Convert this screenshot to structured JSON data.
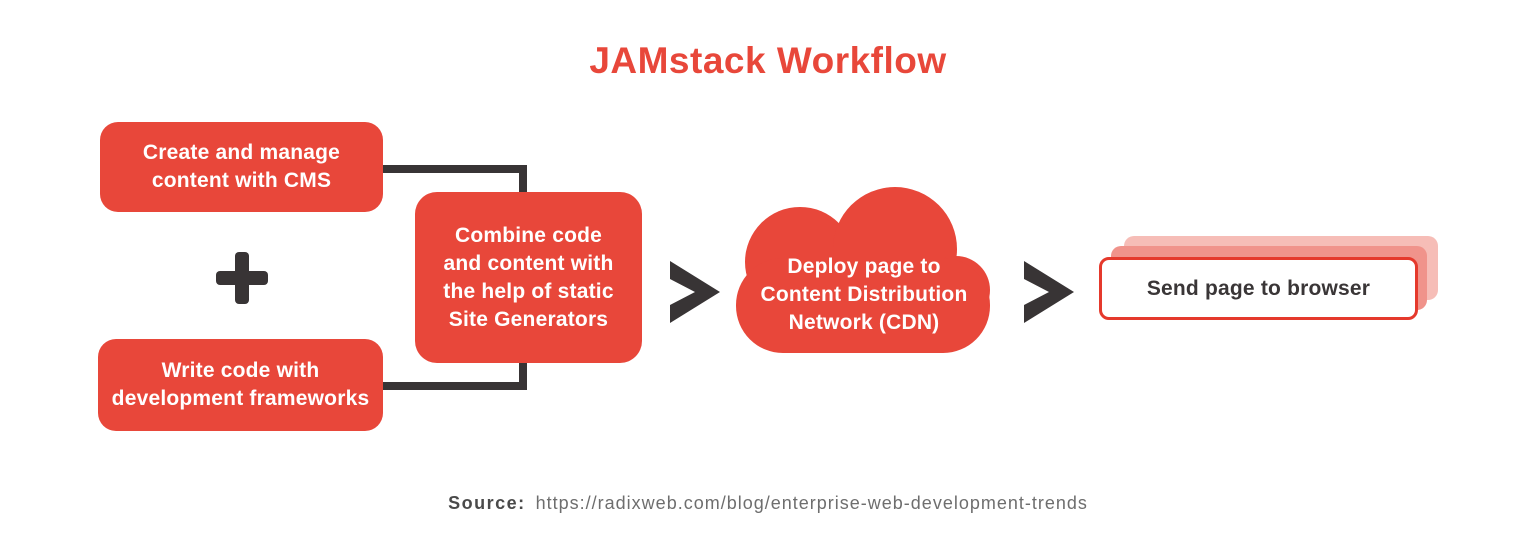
{
  "title": "JAMstack Workflow",
  "workflow": {
    "step_cms": {
      "lines": [
        "Create and manage",
        "content with CMS"
      ]
    },
    "step_frameworks": {
      "lines": [
        "Write code with",
        "development frameworks"
      ]
    },
    "step_generators": {
      "lines": [
        "Combine code",
        "and content with",
        "the help of static",
        "Site Generators"
      ]
    },
    "step_cdn": {
      "lines": [
        "Deploy page to",
        "Content Distribution",
        "Network (CDN)"
      ]
    },
    "step_browser": {
      "label": "Send page to browser"
    }
  },
  "icons": {
    "plus": "+",
    "flow_arrow": ">",
    "cdn_shape": "cloud"
  },
  "footer": {
    "source_label": "Source:",
    "source_url": "https://radixweb.com/blog/enterprise-web-development-trends"
  },
  "colors": {
    "accent_red": "#e8473a",
    "card_border_red": "#e5392c",
    "card_layer_mid": "#f0938b",
    "card_layer_back": "#f6bdb7",
    "dark_ink": "#383435",
    "footer_gray": "#6e6e6e",
    "background": "#ffffff"
  }
}
